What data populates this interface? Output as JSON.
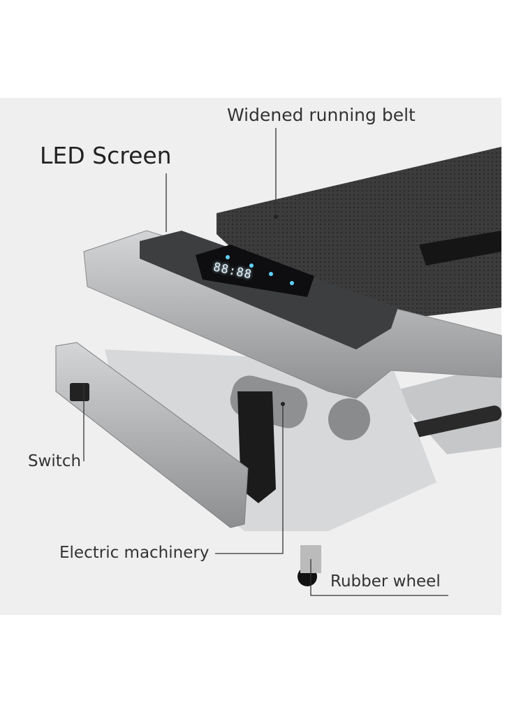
{
  "labels": {
    "running_belt": "Widened running belt",
    "led_screen": "LED Screen",
    "switch": "Switch",
    "electric_machinery": "Electric machinery",
    "rubber_wheel": "Rubber wheel"
  },
  "display": {
    "digits": "88:88"
  },
  "colors": {
    "background": "#efefef",
    "belt": "#3a3a3a",
    "frame": "#a9aaac",
    "indicator": "#5fd3ff"
  }
}
